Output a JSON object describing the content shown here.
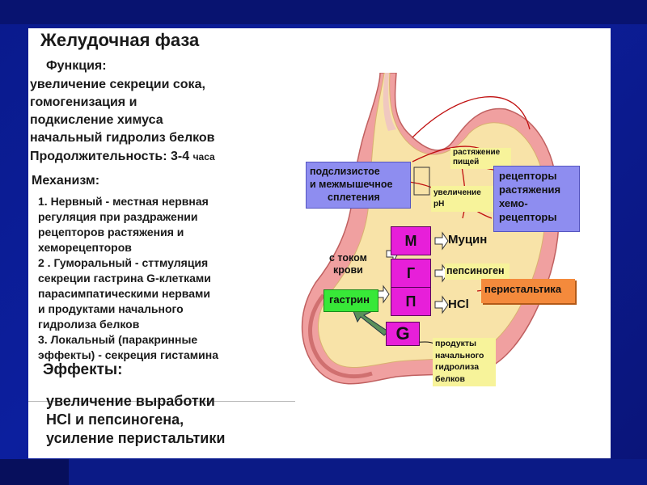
{
  "slide": {
    "title": "Желудочная фаза",
    "function_heading": "Функция:",
    "function_lines": [
      "увеличение секреции сока,",
      "гомогенизация и",
      "подкисление химуса",
      "начальный гидролиз белков"
    ],
    "duration_label": "Продолжительность: 3-4",
    "duration_unit": "часа",
    "mechanism_heading": "Механизм:",
    "mechanism_lines": [
      "1. Нервный - местная нервная",
      "регуляция при раздражении",
      "рецепторов растяжения и",
      "хеморецепторов",
      "2 . Гуморальный - сттмуляция",
      "секреции гастрина G-клетками",
      "парасимпатическими нервами",
      "и продуктами начального",
      "гидролиза белков",
      "3. Локальный (паракринные",
      "эффекты) - секреция гистамина"
    ],
    "effects_heading": "Эффекты:",
    "effects_lines": [
      "увеличение выработки",
      "HCl и пепсиногена,",
      "усиление перистальтики"
    ]
  },
  "diagram": {
    "plexus": [
      "подслизистое",
      "и межмышечное",
      "сплетения"
    ],
    "stretch": [
      "растяжение",
      "пищей"
    ],
    "ph": [
      "увеличение",
      "pH"
    ],
    "receptors": [
      "рецепторы",
      "растяжения",
      "хемо-",
      "рецепторы"
    ],
    "cells": {
      "m": "М",
      "g": "Г",
      "p": "П",
      "gc": "G"
    },
    "mucin": "Муцин",
    "pepsinogen": "пепсиноген",
    "hcl": "HCl",
    "blood": [
      "с током",
      "крови"
    ],
    "gastrin": "гастрин",
    "peristalsis": "перистальтика",
    "products": [
      "продукты",
      "начального",
      "гидролиза",
      "белков"
    ]
  },
  "colors": {
    "slide_bg": "#ffffff",
    "frame_bg": "#0c1f9e",
    "cell_magenta": "#e71fd9",
    "receptor_blue": "#8e8df0",
    "note_yellow": "#f7f39a",
    "gastrin_green": "#38e838",
    "peristalsis_orange": "#f48a3c",
    "stomach_wall": "#f0a0a0",
    "stomach_inner": "#f8e3a8"
  }
}
